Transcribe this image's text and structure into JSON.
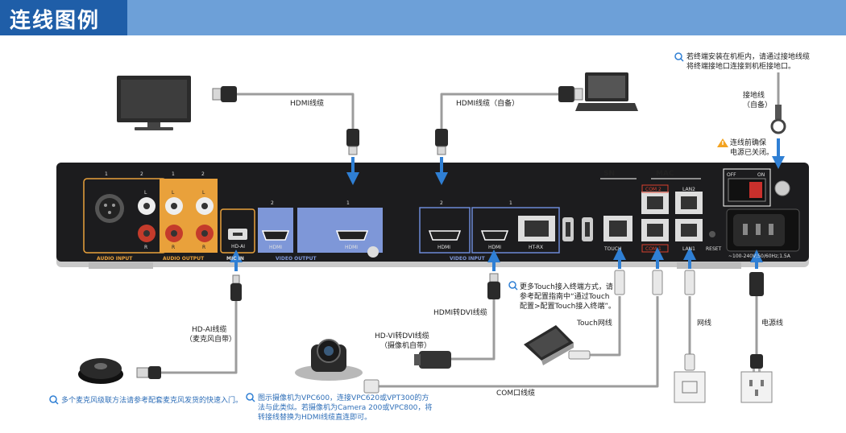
{
  "header": {
    "title": "连线图例"
  },
  "cables": {
    "hdmi_top": "HDMI线缆",
    "hdmi_self": "HDMI线缆（自备）",
    "ground_1": "接地线",
    "ground_2": "（自备）",
    "hdai_1": "HD-AI线缆",
    "hdai_2": "（麦克风自带）",
    "hdmi_dvi": "HDMI转DVI线缆",
    "hdvi_1": "HD-VI转DVI线缆",
    "hdvi_2": "（摄像机自带）",
    "touch": "Touch网线",
    "net": "网线",
    "power": "电源线",
    "com": "COM口线缆"
  },
  "notes": {
    "ground_1": "若终端安装在机柜内，请通过接地线缆",
    "ground_2": "将终端接地口连接到机柜接地口。",
    "power_off_1": "连线前确保",
    "power_off_2": "电源已关闭。",
    "touch_1": "更多Touch接入终端方式，请",
    "touch_2": "参考配置指南中“通过Touch",
    "touch_3": "配置>配置Touch接入终端”。",
    "mic": "多个麦克风级联方法请参考配套麦克风发货的快速入门。",
    "camera_1": "图示摄像机为VPC600，连接VPC620或VPT300的方",
    "camera_2": "法与此类似。若摄像机为Camera 200或VPC800，将",
    "camera_3": "转接线替换为HDMI线缆直连即可。"
  },
  "panel": {
    "audio_input": "AUDIO  INPUT",
    "audio_output": "AUDIO  OUTPUT",
    "video_output": "VIDEO  OUTPUT",
    "video_input": "VIDEO  INPUT",
    "mic_in": "MIC IN",
    "hd_ai": "HD-AI",
    "hdmi": "HDMI",
    "ht_rx": "HT-RX",
    "touch": "TOUCH",
    "com1": "COM 1",
    "com2": "COM 2",
    "lan1": "LAN1",
    "lan2": "LAN2",
    "reset": "RESET",
    "sn": "SN",
    "mac": "MAC",
    "off": "OFF",
    "on": "ON",
    "power_rating": "~100-240V;50/60Hz;1.5A",
    "n1": "1",
    "n2": "2",
    "l": "L",
    "r": "R"
  },
  "colors": {
    "header": "#6da0d8",
    "header_tab": "#1f5ea8",
    "panel": "#1c1c1e",
    "audio_orange": "#e9a13b",
    "video_blue": "#7e97d8",
    "video_outline": "#6d8ad6",
    "arrow": "#2f7fd4",
    "warning": "#f3a321",
    "com_red": "#d9412e"
  }
}
